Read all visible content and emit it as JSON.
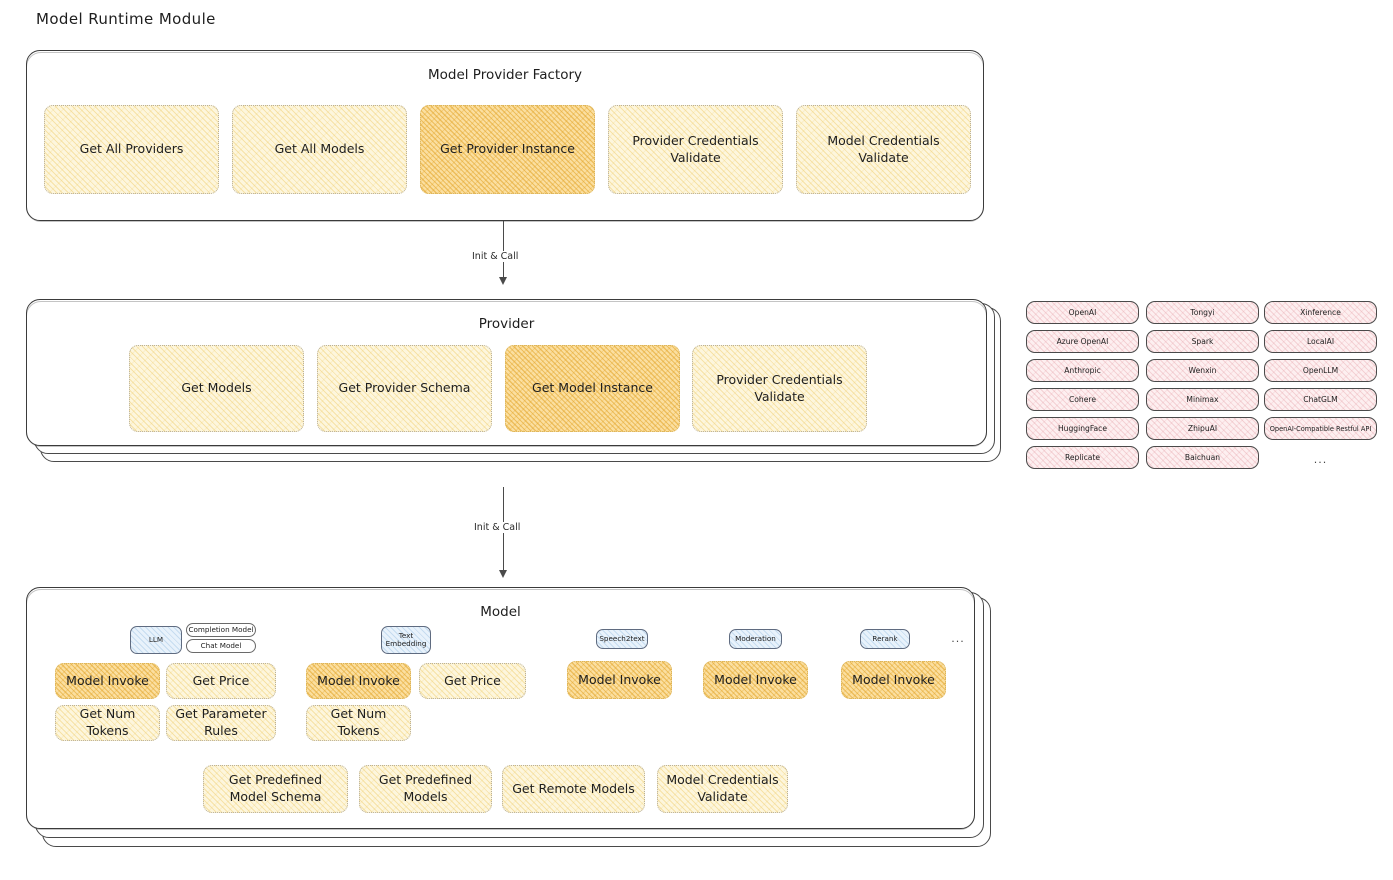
{
  "page": {
    "title": "Model Runtime Module"
  },
  "factory": {
    "title": "Model Provider Factory",
    "nodes": [
      {
        "label": "Get All Providers",
        "highlight": false
      },
      {
        "label": "Get All Models",
        "highlight": false
      },
      {
        "label": "Get Provider Instance",
        "highlight": true
      },
      {
        "label": "Provider Credentials Validate",
        "highlight": false
      },
      {
        "label": "Model Credentials Validate",
        "highlight": false
      }
    ]
  },
  "arrows": [
    {
      "label": "Init & Call"
    },
    {
      "label": "Init & Call"
    }
  ],
  "provider": {
    "title": "Provider",
    "nodes": [
      {
        "label": "Get Models",
        "highlight": false
      },
      {
        "label": "Get Provider Schema",
        "highlight": false
      },
      {
        "label": "Get Model Instance",
        "highlight": true
      },
      {
        "label": "Provider Credentials Validate",
        "highlight": false
      }
    ]
  },
  "provider_list": {
    "columns": [
      {
        "items": [
          "OpenAI",
          "Azure OpenAI",
          "Anthropic",
          "Cohere",
          "HuggingFace",
          "Replicate"
        ]
      },
      {
        "items": [
          "Tongyi",
          "Spark",
          "Wenxin",
          "Minimax",
          "ZhipuAI",
          "Baichuan"
        ]
      },
      {
        "items": [
          "Xinference",
          "LocalAI",
          "OpenLLM",
          "ChatGLM",
          "OpenAI-Compatible Restful API"
        ]
      }
    ],
    "more": "..."
  },
  "model": {
    "title": "Model",
    "more": "...",
    "groups": [
      {
        "badges": [
          {
            "label": "LLM",
            "style": "blue"
          },
          {
            "label": "Completion Model",
            "style": "plain"
          },
          {
            "label": "Chat Model",
            "style": "plain"
          }
        ],
        "nodes": [
          {
            "label": "Model Invoke",
            "highlight": true
          },
          {
            "label": "Get Price",
            "highlight": false
          },
          {
            "label": "Get Num Tokens",
            "highlight": false
          },
          {
            "label": "Get Parameter Rules",
            "highlight": false
          }
        ]
      },
      {
        "badges": [
          {
            "label": "Text Embedding",
            "style": "blue"
          }
        ],
        "nodes": [
          {
            "label": "Model Invoke",
            "highlight": true
          },
          {
            "label": "Get Price",
            "highlight": false
          },
          {
            "label": "Get Num Tokens",
            "highlight": false
          }
        ]
      },
      {
        "badges": [
          {
            "label": "Speech2text",
            "style": "blue"
          }
        ],
        "nodes": [
          {
            "label": "Model Invoke",
            "highlight": true
          }
        ]
      },
      {
        "badges": [
          {
            "label": "Moderation",
            "style": "blue"
          }
        ],
        "nodes": [
          {
            "label": "Model Invoke",
            "highlight": true
          }
        ]
      },
      {
        "badges": [
          {
            "label": "Rerank",
            "style": "blue"
          }
        ],
        "nodes": [
          {
            "label": "Model Invoke",
            "highlight": true
          }
        ]
      }
    ],
    "shared_nodes": [
      {
        "label": "Get Predefined Model Schema"
      },
      {
        "label": "Get Predefined Models"
      },
      {
        "label": "Get Remote Models"
      },
      {
        "label": "Model Credentials Validate"
      }
    ]
  },
  "colors": {
    "node_fill": "#fdf6dd",
    "node_highlight_fill": "#fbdfa0",
    "badge_fill": "#e8f2fb",
    "chip_fill": "#fdeff0",
    "stroke": "#3b3b3b"
  }
}
